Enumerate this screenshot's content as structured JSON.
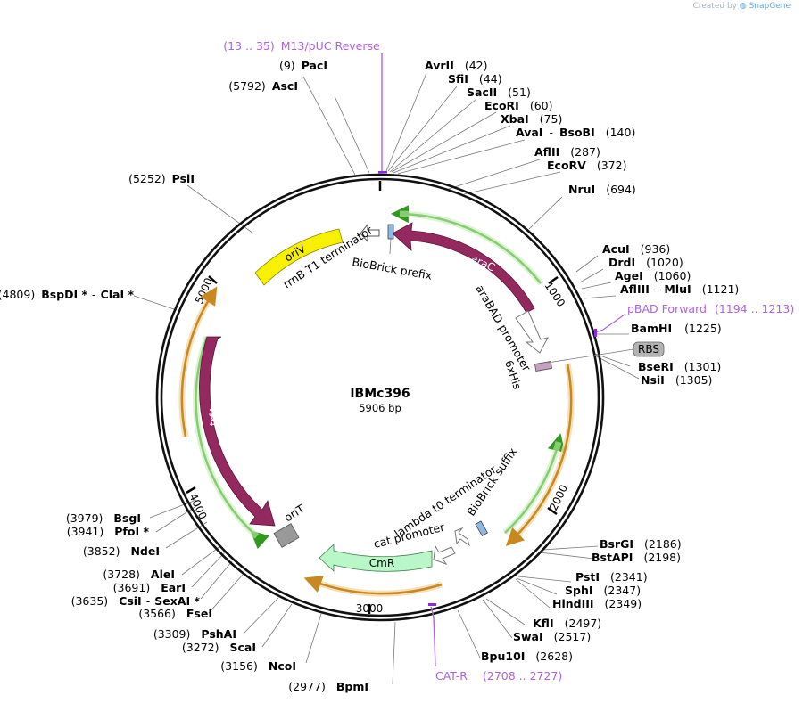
{
  "credit": {
    "prefix": "Created by",
    "brand": "SnapGene"
  },
  "plasmid": {
    "name": "IBMc396",
    "length_label": "5906 bp",
    "length": 5906
  },
  "colors": {
    "backbone": "#000000",
    "araC": "#93295f",
    "trfA": "#93295f",
    "oriV": "#f7f000",
    "CmR": "#b9f7c8",
    "primer": "#b25fe6",
    "orange_arc": "#e7a443",
    "green_arc": "#2f9a1c",
    "RBS": "#b3b3b3",
    "BioBrick": "#8db9e6",
    "oriT": "#999999"
  },
  "ticks": [
    {
      "bp": 1000,
      "label": "1000"
    },
    {
      "bp": 2000,
      "label": "2000"
    },
    {
      "bp": 3000,
      "label": "3000"
    },
    {
      "bp": 4000,
      "label": "4000"
    },
    {
      "bp": 5000,
      "label": "5000"
    }
  ],
  "enzymes": [
    {
      "name": "PacI",
      "pos": "(9)"
    },
    {
      "name": "AscI",
      "pos": "(5792)"
    },
    {
      "name": "PsiI",
      "pos": "(5252)"
    },
    {
      "name": "BspDI *",
      "name2": "ClaI *",
      "pos": "(4809)"
    },
    {
      "name": "AvrII",
      "pos": "(42)"
    },
    {
      "name": "SfiI",
      "pos": "(44)"
    },
    {
      "name": "SacII",
      "pos": "(51)"
    },
    {
      "name": "EcoRI",
      "pos": "(60)"
    },
    {
      "name": "XbaI",
      "pos": "(75)"
    },
    {
      "name": "AvaI",
      "name2": "BsoBI",
      "pos": "(140)"
    },
    {
      "name": "AflII",
      "pos": "(287)"
    },
    {
      "name": "EcoRV",
      "pos": "(372)"
    },
    {
      "name": "NruI",
      "pos": "(694)"
    },
    {
      "name": "AcuI",
      "pos": "(936)"
    },
    {
      "name": "DrdI",
      "pos": "(1020)"
    },
    {
      "name": "AgeI",
      "pos": "(1060)"
    },
    {
      "name": "AflIII",
      "name2": "MluI",
      "pos": "(1121)"
    },
    {
      "name": "BamHI",
      "pos": "(1225)"
    },
    {
      "name": "BseRI",
      "pos": "(1301)"
    },
    {
      "name": "NsiI",
      "pos": "(1305)"
    },
    {
      "name": "BsrGI",
      "pos": "(2186)"
    },
    {
      "name": "BstAPI",
      "pos": "(2198)"
    },
    {
      "name": "PstI",
      "pos": "(2341)"
    },
    {
      "name": "SphI",
      "pos": "(2347)"
    },
    {
      "name": "HindIII",
      "pos": "(2349)"
    },
    {
      "name": "KflI",
      "pos": "(2497)"
    },
    {
      "name": "SwaI",
      "pos": "(2517)"
    },
    {
      "name": "Bpu10I",
      "pos": "(2628)"
    },
    {
      "name": "BpmI",
      "pos": "(2977)"
    },
    {
      "name": "NcoI",
      "pos": "(3156)"
    },
    {
      "name": "ScaI",
      "pos": "(3272)"
    },
    {
      "name": "PshAI",
      "pos": "(3309)"
    },
    {
      "name": "FseI",
      "pos": "(3566)"
    },
    {
      "name": "CsiI",
      "name2": "SexAI *",
      "pos": "(3635)"
    },
    {
      "name": "EarI",
      "pos": "(3691)"
    },
    {
      "name": "AleI",
      "pos": "(3728)"
    },
    {
      "name": "NdeI",
      "pos": "(3852)"
    },
    {
      "name": "PfoI *",
      "pos": "(3941)"
    },
    {
      "name": "BsgI",
      "pos": "(3979)"
    }
  ],
  "primers": [
    {
      "name": "M13/pUC Reverse",
      "range": "(13 .. 35)"
    },
    {
      "name": "pBAD Forward",
      "range": "(1194 .. 1213)"
    },
    {
      "name": "CAT-R",
      "range": "(2708 .. 2727)"
    }
  ],
  "features": {
    "araC": "araC",
    "trfA": "trfA",
    "oriV": "oriV",
    "CmR": "CmR",
    "RBS": "RBS",
    "oriT": "oriT",
    "rrnB": "rrnB T1 terminator",
    "bbPrefix": "BioBrick prefix",
    "araBAD": "araBAD promoter",
    "hisTag": "6xHis",
    "lambda": "lambda t0 terminator",
    "bbSuffix": "BioBrick suffix",
    "catPromoter": "cat promoter"
  }
}
